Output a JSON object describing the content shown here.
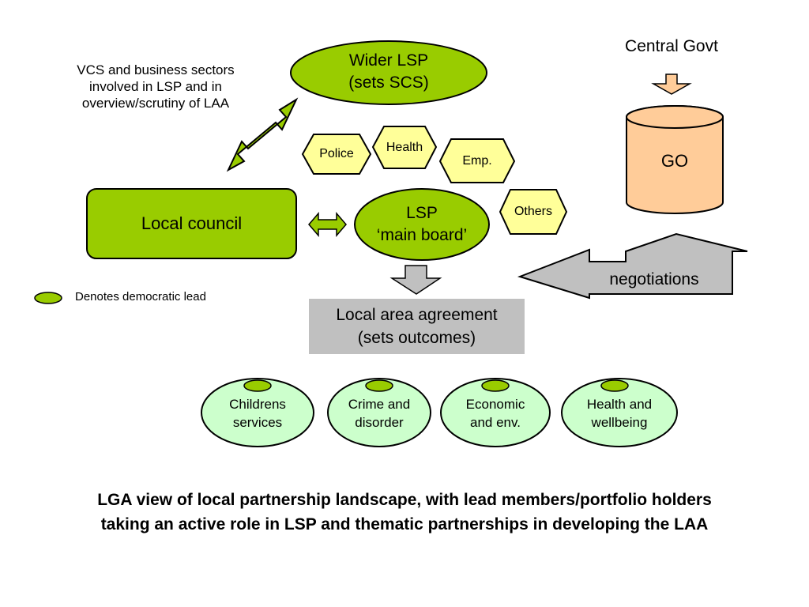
{
  "note_vcs": [
    "VCS and business sectors",
    "involved in LSP and in",
    "overview/scrutiny of LAA"
  ],
  "wider_lsp": [
    "Wider LSP",
    "(sets SCS)"
  ],
  "central_govt": "Central Govt",
  "go": "GO",
  "hexagons": {
    "police": "Police",
    "health": "Health",
    "emp": "Emp.",
    "others": "Others"
  },
  "local_council": "Local council",
  "lsp": [
    "LSP",
    "‘main board’"
  ],
  "negotiations": "negotiations",
  "legend": "Denotes democratic lead",
  "laa": [
    "Local area agreement",
    "(sets outcomes)"
  ],
  "thematic": [
    [
      "Childrens",
      "services"
    ],
    [
      "Crime and",
      "disorder"
    ],
    [
      "Economic",
      "and env."
    ],
    [
      "Health and",
      "wellbeing"
    ]
  ],
  "caption": [
    "LGA view of local partnership landscape, with lead members/portfolio holders",
    "taking an active role in LSP and thematic partnerships in developing the LAA"
  ],
  "colors": {
    "green": "#99cc00",
    "light_green": "#ccffcc",
    "hexagon": "#ffff99",
    "go": "#ffcc99",
    "arrow": "#c0c0c0",
    "laa_box": "#c0c0c0",
    "outline": "#000000"
  }
}
